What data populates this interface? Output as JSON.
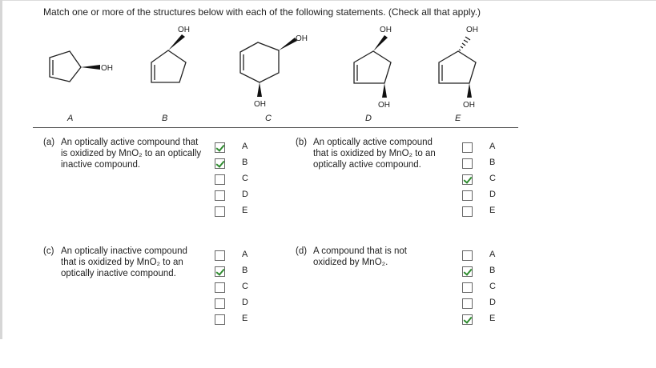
{
  "instructions": "Match one or more of the structures below with each of the following statements. (Check all that apply.)",
  "structures": [
    {
      "label": "A",
      "oh": "OH"
    },
    {
      "label": "B",
      "oh": "OH"
    },
    {
      "label": "C",
      "oh_top": "OH",
      "oh_bottom": "OH"
    },
    {
      "label": "D",
      "oh_top": "OH",
      "oh_bottom": "OH"
    },
    {
      "label": "E",
      "oh_top": "OH",
      "oh_bottom": "OH"
    }
  ],
  "questions": [
    {
      "letter": "(a)",
      "text": "An optically active compound that is oxidized by MnO₂ to an optically inactive compound.",
      "options": [
        {
          "label": "A",
          "checked": true
        },
        {
          "label": "B",
          "checked": true
        },
        {
          "label": "C",
          "checked": false
        },
        {
          "label": "D",
          "checked": false
        },
        {
          "label": "E",
          "checked": false
        }
      ]
    },
    {
      "letter": "(b)",
      "text": "An optically active compound that is oxidized by MnO₂ to an optically active compound.",
      "options": [
        {
          "label": "A",
          "checked": false
        },
        {
          "label": "B",
          "checked": false
        },
        {
          "label": "C",
          "checked": true
        },
        {
          "label": "D",
          "checked": false
        },
        {
          "label": "E",
          "checked": false
        }
      ]
    },
    {
      "letter": "(c)",
      "text": "An optically inactive compound that is oxidized by MnO₂ to an optically inactive compound.",
      "options": [
        {
          "label": "A",
          "checked": false
        },
        {
          "label": "B",
          "checked": true
        },
        {
          "label": "C",
          "checked": false
        },
        {
          "label": "D",
          "checked": false
        },
        {
          "label": "E",
          "checked": false
        }
      ]
    },
    {
      "letter": "(d)",
      "text": "A compound that is not oxidized by MnO₂.",
      "options": [
        {
          "label": "A",
          "checked": false
        },
        {
          "label": "B",
          "checked": true
        },
        {
          "label": "C",
          "checked": false
        },
        {
          "label": "D",
          "checked": false
        },
        {
          "label": "E",
          "checked": true
        }
      ]
    }
  ]
}
